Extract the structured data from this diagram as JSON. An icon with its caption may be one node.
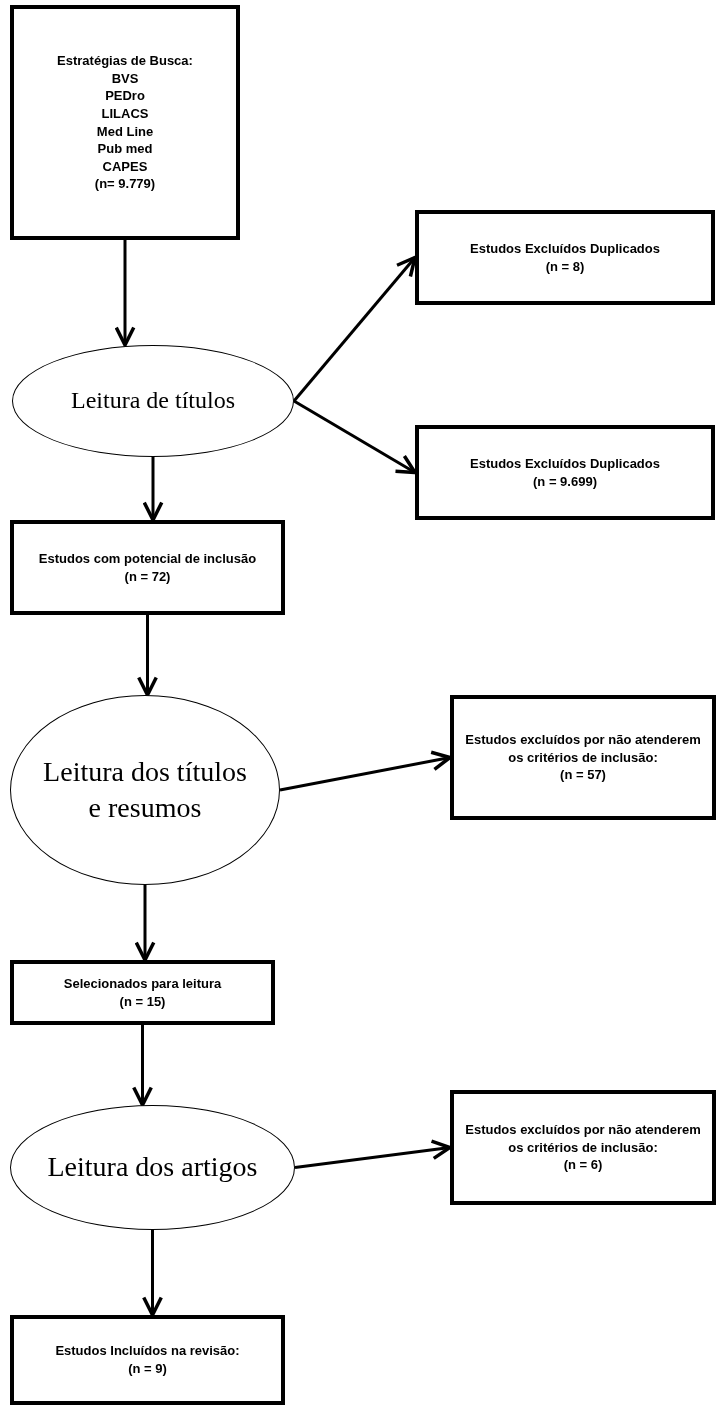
{
  "diagram": {
    "nodes": [
      {
        "text": [
          "Estratégias de Busca:",
          "BVS",
          "PEDro",
          "LILACS",
          "Med Line",
          "Pub med",
          "CAPES",
          "(n= 9.779)"
        ]
      },
      {
        "text": [
          "Leitura de títulos"
        ]
      },
      {
        "text": [
          "Estudos Excluídos Duplicados",
          "(n = 8)"
        ]
      },
      {
        "text": [
          "Estudos Excluídos Duplicados",
          "(n = 9.699)"
        ]
      },
      {
        "text": [
          "Estudos com potencial de inclusão",
          "(n = 72)"
        ]
      },
      {
        "text": [
          "Leitura dos títulos e resumos"
        ]
      },
      {
        "text": [
          "Estudos excluídos por não atenderem os critérios de inclusão:",
          "(n = 57)"
        ]
      },
      {
        "text": [
          "Selecionados para leitura",
          "(n = 15)"
        ]
      },
      {
        "text": [
          "Leitura dos artigos"
        ]
      },
      {
        "text": [
          "Estudos excluídos por não atenderem os critérios de inclusão:",
          "(n = 6)"
        ]
      },
      {
        "text": [
          "Estudos Incluídos na revisão:",
          "(n = 9)"
        ]
      }
    ],
    "edges": [
      {
        "from": 0,
        "to": 1,
        "arrow": "to"
      },
      {
        "from": 1,
        "to": 2,
        "arrow": "to"
      },
      {
        "from": 1,
        "to": 3,
        "arrow": "to"
      },
      {
        "from": 1,
        "to": 4,
        "arrow": "to"
      },
      {
        "from": 4,
        "to": 5,
        "arrow": "to"
      },
      {
        "from": 5,
        "to": 6,
        "arrow": "to"
      },
      {
        "from": 5,
        "to": 7,
        "arrow": "to"
      },
      {
        "from": 7,
        "to": 8,
        "arrow": "to"
      },
      {
        "from": 8,
        "to": 9,
        "arrow": "to"
      },
      {
        "from": 8,
        "to": 10,
        "arrow": "to"
      }
    ]
  }
}
